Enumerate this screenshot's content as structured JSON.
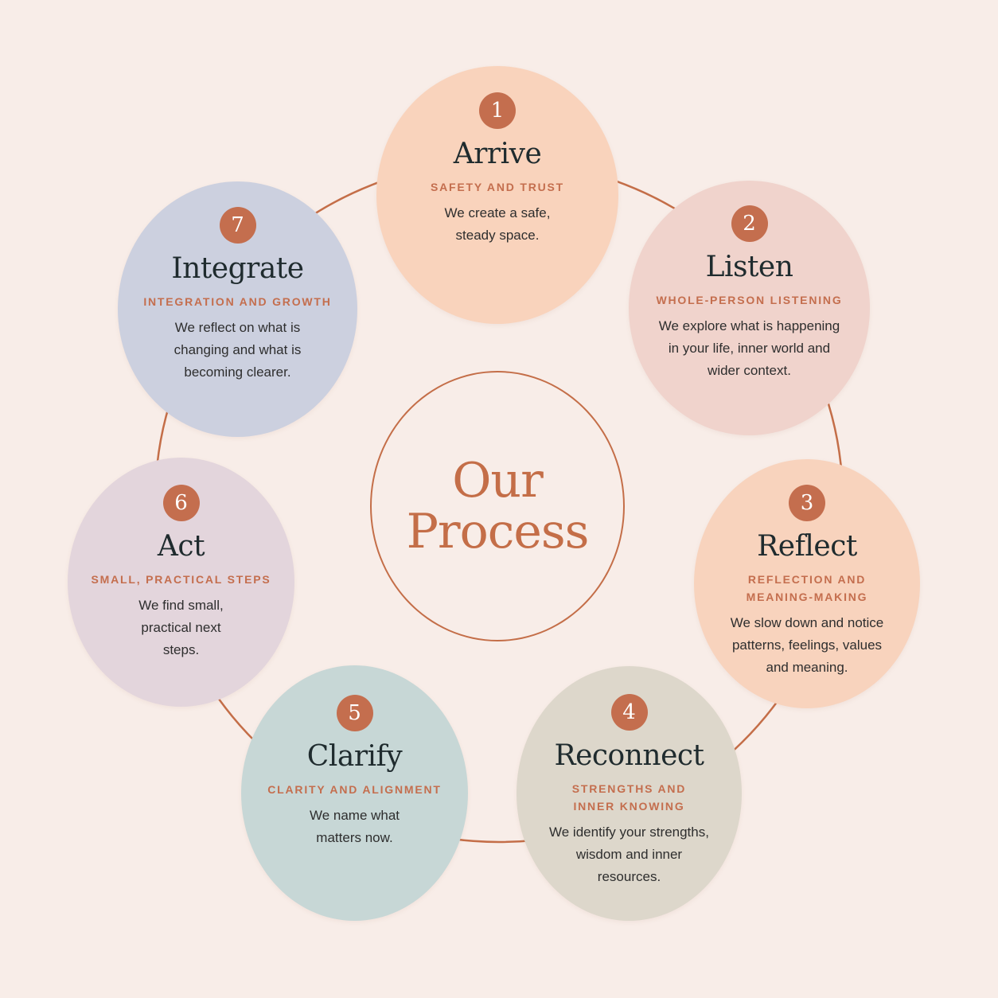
{
  "diagram": {
    "title": "Our\nProcess",
    "accent_color": "#c46e48",
    "background_color": "#f8ede8"
  },
  "steps": [
    {
      "number": "1",
      "title": "Arrive",
      "subtitle": "SAFETY AND TRUST",
      "description": "We create a safe,\nsteady space.",
      "color": "#f9d3bc"
    },
    {
      "number": "2",
      "title": "Listen",
      "subtitle": "WHOLE-PERSON LISTENING",
      "description": "We explore what is happening\nin your life, inner world and\nwider context.",
      "color": "#f0d3cc"
    },
    {
      "number": "3",
      "title": "Reflect",
      "subtitle": "REFLECTION AND\nMEANING-MAKING",
      "description": "We slow down and notice\npatterns, feelings, values\nand meaning.",
      "color": "#f8d3bd"
    },
    {
      "number": "4",
      "title": "Reconnect",
      "subtitle": "STRENGTHS AND\nINNER KNOWING",
      "description": "We identify your strengths,\nwisdom and inner\nresources.",
      "color": "#ddd7cb"
    },
    {
      "number": "5",
      "title": "Clarify",
      "subtitle": "CLARITY AND ALIGNMENT",
      "description": "We name what\nmatters now.",
      "color": "#c7d7d6"
    },
    {
      "number": "6",
      "title": "Act",
      "subtitle": "SMALL, PRACTICAL STEPS",
      "description": "We find small,\npractical next\nsteps.",
      "color": "#e3d5dc"
    },
    {
      "number": "7",
      "title": "Integrate",
      "subtitle": "INTEGRATION AND GROWTH",
      "description": "We reflect on what is\nchanging and what is\nbecoming clearer.",
      "color": "#ccd0df"
    }
  ]
}
